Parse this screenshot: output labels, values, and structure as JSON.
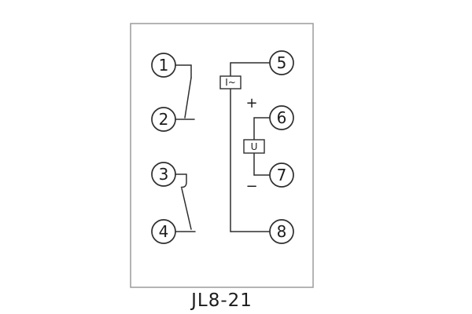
{
  "diagram": {
    "title": "JL8-21",
    "terminals": [
      "1",
      "2",
      "3",
      "4",
      "5",
      "6",
      "7",
      "8"
    ],
    "coils": {
      "current": "I~",
      "voltage": "U"
    },
    "polarity": {
      "plus": "+",
      "minus": "−"
    },
    "colors": {
      "line": "#2e2e2e",
      "frame": "#9c9c9c",
      "background": "#ffffff"
    }
  }
}
